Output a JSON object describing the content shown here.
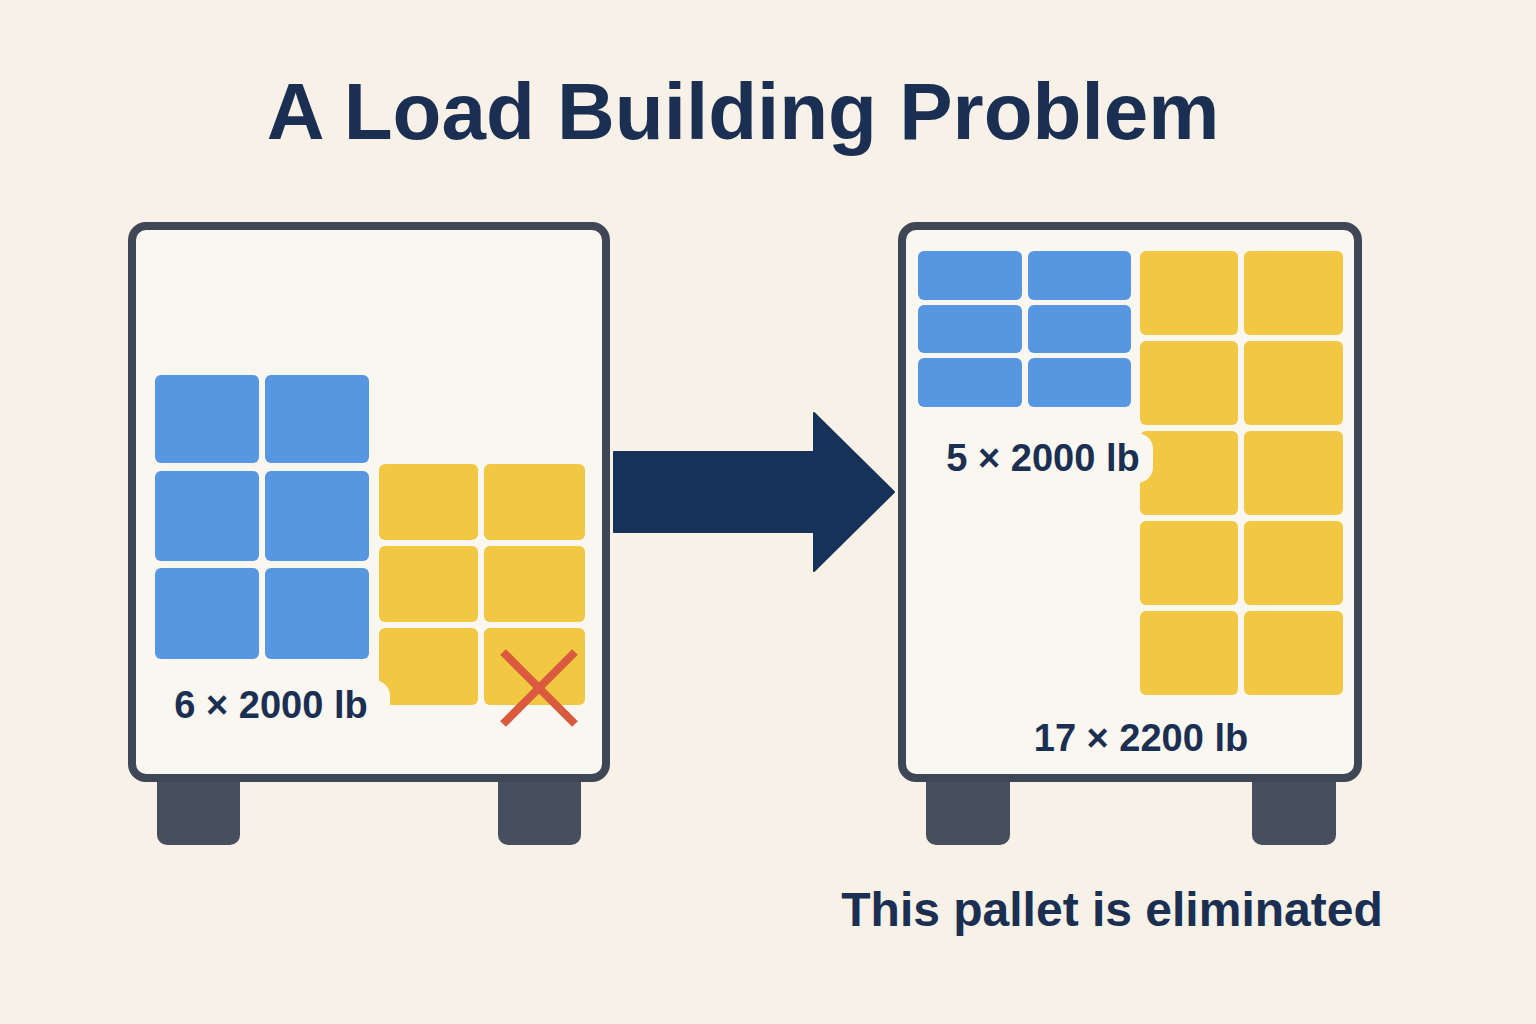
{
  "diagram": {
    "title": "A Load Building Problem",
    "caption": "This pallet is eliminated",
    "nodes": [
      {
        "text": [
          "6 × 2000 lb"
        ]
      },
      {
        "text": [
          "5 × 2000 lb",
          "17 × 2200 lb"
        ]
      }
    ],
    "edges": [
      {
        "from": 0,
        "to": 1,
        "arrow": "to"
      }
    ]
  }
}
